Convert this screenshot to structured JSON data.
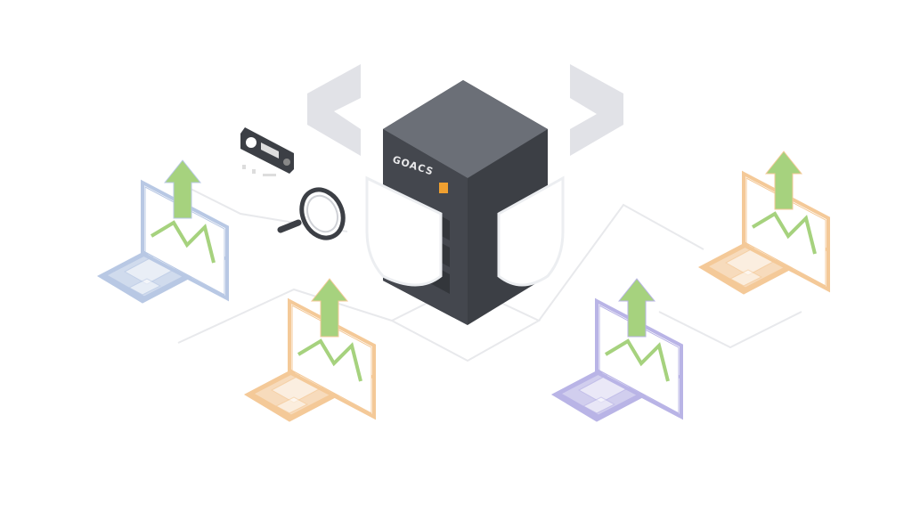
{
  "server": {
    "label": "GOACS"
  },
  "colors": {
    "server_dark": "#3c3f45",
    "server_top": "#6b6f77",
    "led": "#f0a030",
    "arrow": "#a6d27e",
    "laptop_blue": "#b8c8e4",
    "laptop_orange": "#f4c998",
    "laptop_purple": "#b9b4e6"
  },
  "laptops": [
    {
      "name": "laptop-blue",
      "color": "#b8c8e4"
    },
    {
      "name": "laptop-orange-left",
      "color": "#f4c998"
    },
    {
      "name": "laptop-purple",
      "color": "#b9b4e6"
    },
    {
      "name": "laptop-orange-right",
      "color": "#f4c998"
    }
  ]
}
